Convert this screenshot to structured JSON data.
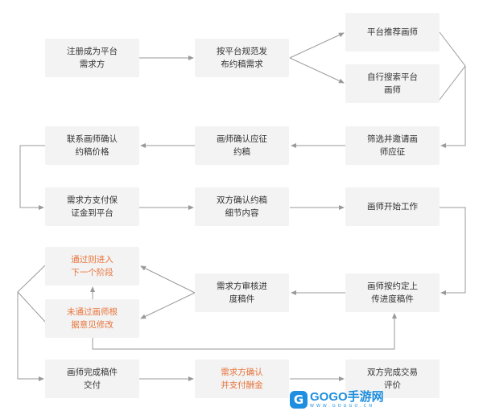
{
  "nodes": {
    "register": "注册成为平台需求方",
    "publish": "按平台规范发布约稿需求",
    "recommend": "平台推荐画师",
    "search": "自行搜索平台画师",
    "invite": "筛选并邀请画师应征",
    "confirm_apply": "画师确认应征约稿",
    "contact": "联系画师确认约稿价格",
    "deposit": "需求方支付保证金到平台",
    "details": "双方确认约稿细节内容",
    "start": "画师开始工作",
    "upload": "画师按约定上传进度稿件",
    "review": "需求方审核进度稿件",
    "pass": "通过则进入下一个阶段",
    "fail": "未通过画师根据意见修改",
    "deliver": "画师完成稿件交付",
    "pay": "需求方确认并支付酬金",
    "finish": "双方完成交易评价"
  },
  "colors": {
    "box": "#f3f3f3",
    "text": "#333333",
    "highlight": "#e8743b",
    "line": "#9a9a9a"
  },
  "watermark": {
    "name": "GOGO手游网",
    "url": "WWW.GOGGO.CN"
  }
}
